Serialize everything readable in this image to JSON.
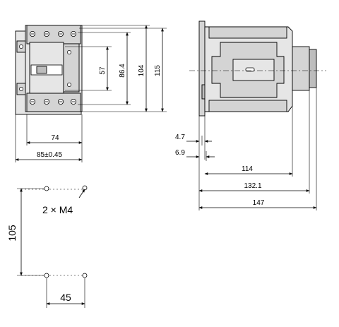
{
  "front_view": {
    "dims": {
      "d57": "57",
      "d86_4": "86.4",
      "d104": "104",
      "d115": "115",
      "d74": "74",
      "d85": "85±0.45"
    }
  },
  "side_view": {
    "dims": {
      "d4_7": "4.7",
      "d6_9": "6.9",
      "d114": "114",
      "d132_1": "132.1",
      "d147": "147"
    }
  },
  "mounting": {
    "holes_label": "2 × M4",
    "dims": {
      "d105": "105",
      "d45": "45"
    }
  },
  "colors": {
    "housing": "#e6e6e6",
    "terminal": "#d4d4d4",
    "accent": "#bdbdbd",
    "line": "#000000"
  }
}
